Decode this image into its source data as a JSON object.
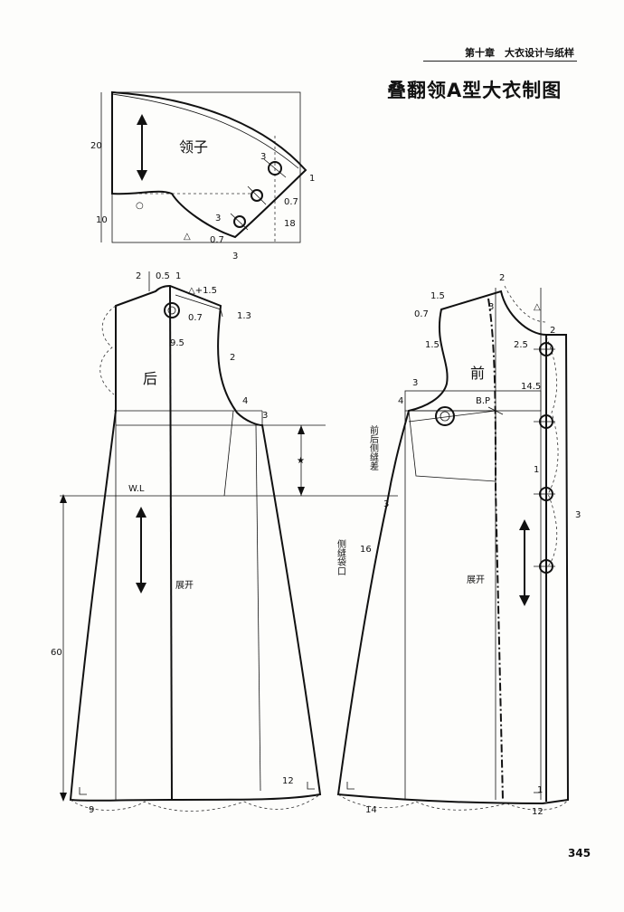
{
  "header": {
    "chapter": "第十章　大衣设计与纸样",
    "title": "叠翻领A型大衣制图",
    "page_number": "345"
  },
  "collar": {
    "name": "领子",
    "dimensions": [
      "20",
      "10",
      "18",
      "1",
      "0.7",
      "3",
      "3",
      "0.7",
      "3"
    ],
    "marks": [
      "○",
      "△"
    ]
  },
  "back": {
    "name": "后",
    "top_marks": [
      "2",
      "0.5",
      "1"
    ],
    "shoulder_label": "△+1.5",
    "dimensions": [
      "0.7",
      "9.5",
      "1.3",
      "2",
      "4",
      "3"
    ],
    "waist_line": "W.L",
    "length": "60",
    "expand_label": "展开",
    "hem_labels": [
      "9",
      "12"
    ]
  },
  "front": {
    "name": "前",
    "top_labels": [
      "1.5",
      "0.7",
      "1.5",
      "3",
      "2",
      "△"
    ],
    "bust_point": "B.P",
    "dimensions": [
      "2.5",
      "2",
      "14.5",
      "4",
      "3",
      "1",
      "3"
    ],
    "side_seam_diff": "前后侧缝差",
    "side_pocket": "侧缝袋口",
    "pocket_size": "16",
    "side_3": "3",
    "expand_label": "展开",
    "hem_labels": [
      "14",
      "12",
      "1"
    ]
  },
  "star_mark": "★"
}
